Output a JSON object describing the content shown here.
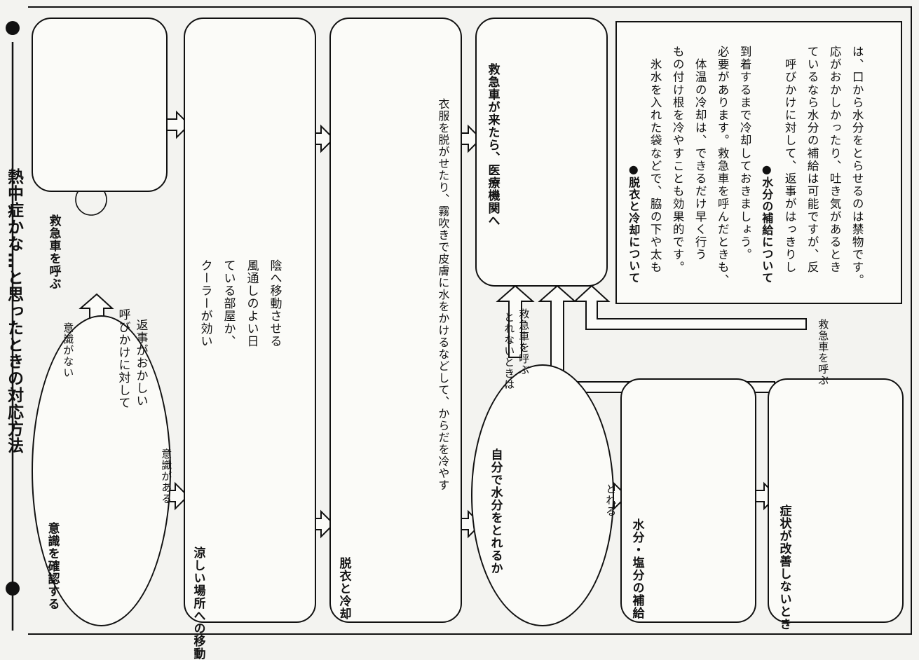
{
  "title": "熱中症かな…と思ったときの対応方法",
  "steps": {
    "check_consciousness": "意識を確認する",
    "call_ambulance": "救急車を呼ぶ",
    "move_cool_place": "涼しい場所への移動",
    "cool_place_detail": [
      "クーラーが効い",
      "ている部屋か、",
      "風通しのよい日",
      "陰へ移動させる"
    ],
    "undress_cool": "脱衣と冷却",
    "undress_cool_detail": "衣服を脱がせたり、霧吹きで皮膚に水をかけるなどして、からだを冷やす",
    "ambulance_arrives": "救急車が来たら、医療機関へ",
    "can_drink": "自分で水分をとれるか",
    "water_salt": "水分・塩分の補給",
    "not_improving": "症状が改善しないとき"
  },
  "branches": {
    "unconscious": "意識がない",
    "abnormal_response": [
      "呼びかけに対して",
      "返事がおかしい"
    ],
    "conscious": "意識がある",
    "cannot_drink": "とれないときは",
    "call_ambulance_2": "救急車を呼ぶ",
    "can": "とれる",
    "call_ambulance_3": "救急車を呼ぶ"
  },
  "notes": {
    "cooling_heading": "●脱衣と冷却について",
    "cooling_text": [
      "　氷水を入れた袋などで、脇の下や太も",
      "もの付け根を冷やすことも効果的です。",
      "　体温の冷却は、できるだけ早く行う",
      "必要があります。救急車を呼んだときも、",
      "到着するまで冷却しておきましょう。"
    ],
    "water_heading": "●水分の補給について",
    "water_text": [
      "　呼びかけに対して、返事がはっきりし",
      "ているなら水分の補給は可能ですが、反",
      "応がおかしかったり、吐き気があるとき",
      "は、口から水分をとらせるのは禁物です。"
    ]
  },
  "colors": {
    "ink": "#111111",
    "paper": "#f3f3f0",
    "box": "#fbfbf8"
  }
}
